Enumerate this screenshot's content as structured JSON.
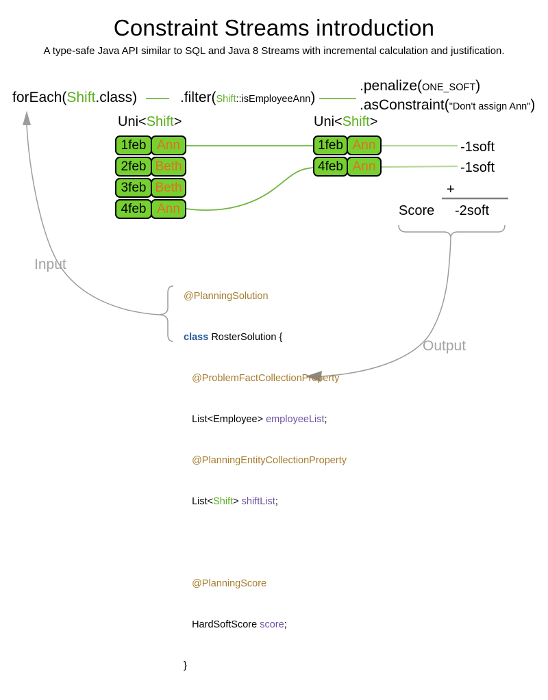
{
  "title": "Constraint Streams introduction",
  "subtitle": "A type-safe Java API similar to SQL and Java 8 Streams with incremental calculation and justification.",
  "flow": {
    "forEach": {
      "pre": "forEach(",
      "type": "Shift",
      "post": ".class)"
    },
    "filter": {
      "pre": ".filter(",
      "type": "Shift",
      "method": "::isEmployeeAnn",
      "post": ")"
    },
    "penalize": {
      "pre": ".penalize(",
      "arg": "ONE_SOFT",
      "post": ")"
    },
    "asConstraint": {
      "pre": ".asConstraint(",
      "arg": "\"Don't assign Ann\"",
      "post": ")"
    }
  },
  "left_table": {
    "header": {
      "pre": "Uni<",
      "type": "Shift",
      "post": ">"
    },
    "rows": [
      {
        "date": "1feb",
        "name": "Ann"
      },
      {
        "date": "2feb",
        "name": "Beth"
      },
      {
        "date": "3feb",
        "name": "Beth"
      },
      {
        "date": "4feb",
        "name": "Ann"
      }
    ]
  },
  "right_table": {
    "header": {
      "pre": "Uni<",
      "type": "Shift",
      "post": ">"
    },
    "rows": [
      {
        "date": "1feb",
        "name": "Ann"
      },
      {
        "date": "4feb",
        "name": "Ann"
      }
    ]
  },
  "score_panel": {
    "penalties": [
      "-1soft",
      "-1soft"
    ],
    "plus": "+",
    "score_label": "Score",
    "total": "-2soft"
  },
  "labels": {
    "input": "Input",
    "output": "Output"
  },
  "code": {
    "lines": [
      [
        "@PlanningSolution"
      ],
      [
        "class",
        " RosterSolution {"
      ],
      [
        "   @ProblemFactCollectionProperty"
      ],
      [
        "   List<Employee> ",
        "employeeList",
        ";"
      ],
      [
        "   @PlanningEntityCollectionProperty"
      ],
      [
        "   List<",
        "Shift",
        "> ",
        "shiftList",
        ";"
      ],
      [
        " "
      ],
      [
        "   @PlanningScore"
      ],
      [
        "   HardSoftScore ",
        "score",
        ";"
      ],
      [
        "}"
      ]
    ]
  },
  "colors": {
    "text_green": "#5aad1e",
    "box_green": "#76d032",
    "connector_green": "#72b43e",
    "pale_green": "#b4d89b",
    "orange": "#e0701f",
    "annotation_gold": "#a67c2e",
    "keyword_blue": "#2a5a9f",
    "field_purple": "#6f4fa0",
    "gray_arrow": "#9c9c9c",
    "gray_label": "#a3a3a3",
    "sum_line_gray": "#7f7f7f"
  }
}
